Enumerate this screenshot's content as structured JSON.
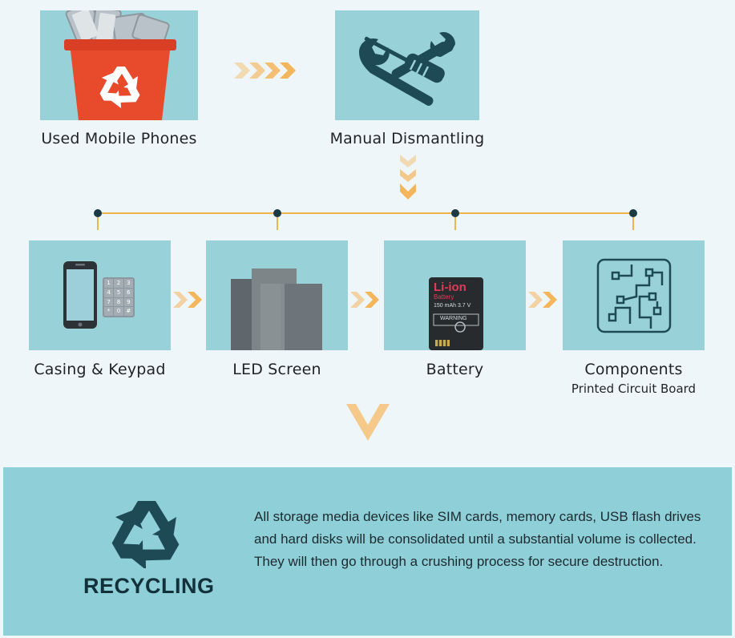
{
  "steps": {
    "used_phones": "Used Mobile Phones",
    "dismantling": "Manual Dismantling"
  },
  "parts": [
    {
      "label": "Casing & Keypad"
    },
    {
      "label": "LED Screen"
    },
    {
      "label": "Battery",
      "battery_brand": "Li-ion",
      "battery_type": "Battery",
      "battery_spec": "150 mAh 3.7 V",
      "battery_warning": "WARNING"
    },
    {
      "label": "Components",
      "sublabel": "Printed Circuit Board"
    }
  ],
  "keypad_keys": [
    "1",
    "2",
    "3",
    "4",
    "5",
    "6",
    "7",
    "8",
    "9",
    "*",
    "0",
    "#"
  ],
  "recycling": {
    "title": "RECYCLING",
    "description": "All storage media devices like SIM cards, memory cards, USB flash drives and hard disks will be consolidated until a substantial volume is collected. They will then go through a crushing process for secure destruction."
  },
  "colors": {
    "panel": "#99d1d9",
    "bin": "#e84a2c",
    "arrow": "#f5b55a",
    "line": "#f0b44c",
    "node": "#1d3a44",
    "dark_teal": "#1e4a55"
  }
}
